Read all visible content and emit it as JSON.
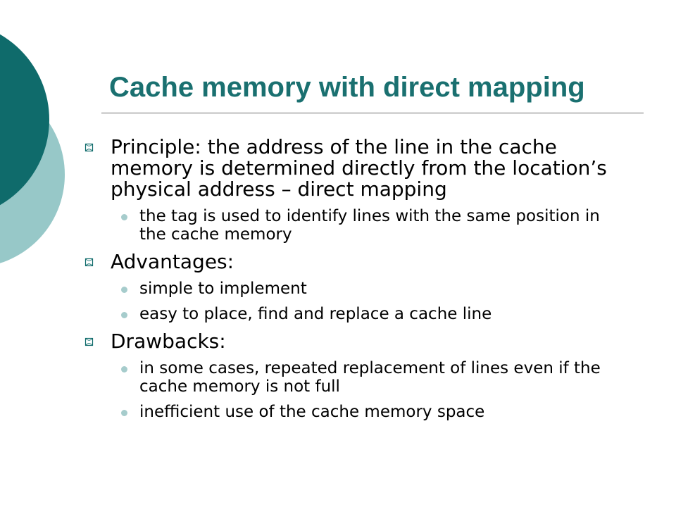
{
  "slide": {
    "title": "Cache memory with direct mapping",
    "bullets": [
      {
        "text": "Principle: the address of the line in the cache memory is determined directly from the location’s physical address – direct mapping",
        "sub": [
          "the tag is used to identify lines with the same position in the cache memory"
        ]
      },
      {
        "text": "Advantages:",
        "sub": [
          "simple to implement",
          "easy to place, find and replace a cache line"
        ]
      },
      {
        "text": "Drawbacks:",
        "sub": [
          "in some cases, repeated replacement of lines even if the cache memory is not full",
          "inefficient use of the cache memory space"
        ]
      }
    ]
  },
  "theme": {
    "title_color": "#1a7070",
    "dark_teal": "#0f6b6b",
    "light_teal": "#97c8c8",
    "sub_bullet_color": "#a6cccc"
  }
}
